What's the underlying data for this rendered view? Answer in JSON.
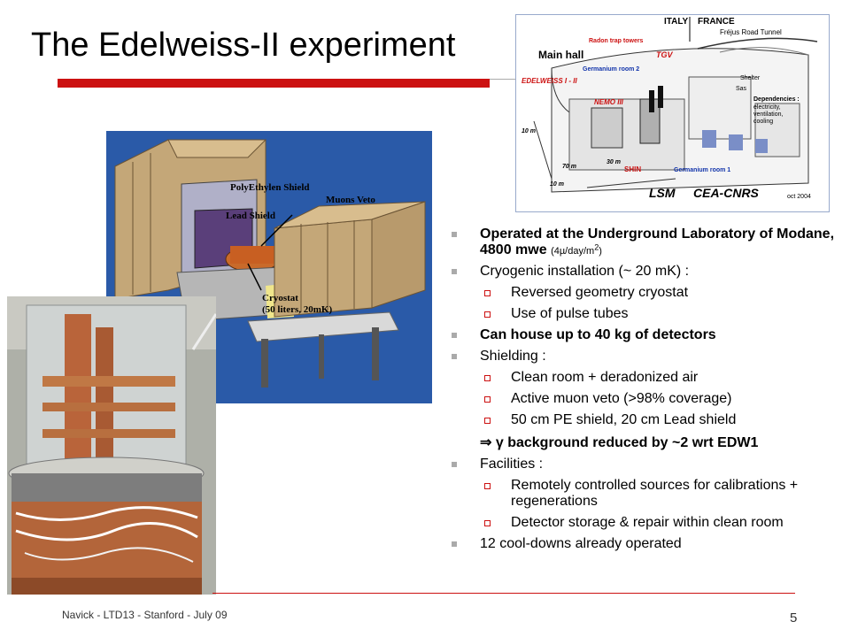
{
  "slide": {
    "title": "The Edelweiss-II experiment",
    "footer": "Navick - LTD13 - Stanford - July 09",
    "page_number": "5"
  },
  "map_image": {
    "labels": {
      "italy": "ITALY",
      "france": "FRANCE",
      "frejus": "Fréjus Road Tunnel",
      "main_hall": "Main hall",
      "radon": "Radon trap towers",
      "germanium2": "Germanium room 2",
      "tgv": "TGV",
      "edelweiss": "EDELWEISS  I - II",
      "shelter": "Shelter",
      "sas": "Sas",
      "dependencies": "Dependencies :",
      "dep_detail1": "electricity,",
      "dep_detail2": "ventilation,",
      "dep_detail3": "cooling",
      "nemo": "NEMO III",
      "shin": "SHIN",
      "germanium1": "Germanium room 1",
      "lsm": "LSM",
      "cea": "CEA-CNRS",
      "date": "oct 2004",
      "dim_10m_a": "10 m",
      "dim_10m_b": "10 m",
      "dim_30m": "30 m",
      "dim_70m": "70 m"
    }
  },
  "shield_image": {
    "labels": {
      "pe_shield": "PolyEthylen Shield",
      "lead_shield": "Lead Shield",
      "muons_veto": "Muons Veto",
      "cryostat_1": "Cryostat",
      "cryostat_2": "(50 liters, 20mK)"
    }
  },
  "bullets": {
    "b1_text": "Operated at the Underground Laboratory of Modane, 4800 mwe",
    "b1_small": "(4µ/day/m",
    "b1_sup": "2",
    "b1_small_end": ")",
    "b2": "Cryogenic installation (~ 20 mK) :",
    "b2_s1": "Reversed geometry cryostat",
    "b2_s2": "Use of pulse tubes",
    "b3": "Can house up to 40 kg of detectors",
    "b4": "Shielding :",
    "b4_s1": "Clean room + deradonized air",
    "b4_s2": "Active muon veto (>98% coverage)",
    "b4_s3": "50 cm PE shield, 20 cm Lead shield",
    "b4_result": "⇒ γ background reduced by ~2 wrt EDW1",
    "b5": "Facilities :",
    "b5_s1": "Remotely controlled sources for calibrations + regenerations",
    "b5_s2": "Detector storage & repair within clean room",
    "b6": "12 cool-downs already operated"
  },
  "colors": {
    "accent_red": "#cc1111",
    "bullet_gray": "#aaaaaa"
  }
}
